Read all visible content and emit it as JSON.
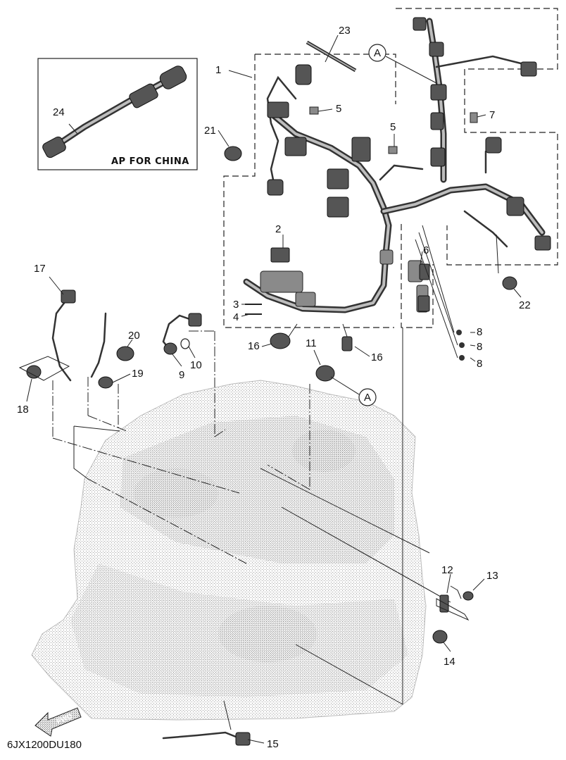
{
  "diagram": {
    "diagram_code": "6JX1200DU180",
    "inset_caption": "AP FOR CHINA",
    "direction_arrow_label": "FWD",
    "reference_marker": "A",
    "callouts": [
      {
        "id": "1",
        "text": "1"
      },
      {
        "id": "2",
        "text": "2"
      },
      {
        "id": "3",
        "text": "3"
      },
      {
        "id": "4",
        "text": "4"
      },
      {
        "id": "5a",
        "text": "5"
      },
      {
        "id": "5b",
        "text": "5"
      },
      {
        "id": "6",
        "text": "6"
      },
      {
        "id": "7",
        "text": "7"
      },
      {
        "id": "8a",
        "text": "8"
      },
      {
        "id": "8b",
        "text": "8"
      },
      {
        "id": "8c",
        "text": "8"
      },
      {
        "id": "9",
        "text": "9"
      },
      {
        "id": "10",
        "text": "10"
      },
      {
        "id": "11",
        "text": "11"
      },
      {
        "id": "12",
        "text": "12"
      },
      {
        "id": "13",
        "text": "13"
      },
      {
        "id": "14",
        "text": "14"
      },
      {
        "id": "15",
        "text": "15"
      },
      {
        "id": "16a",
        "text": "16"
      },
      {
        "id": "16b",
        "text": "16"
      },
      {
        "id": "17",
        "text": "17"
      },
      {
        "id": "18",
        "text": "18"
      },
      {
        "id": "19",
        "text": "19"
      },
      {
        "id": "20",
        "text": "20"
      },
      {
        "id": "21",
        "text": "21"
      },
      {
        "id": "22",
        "text": "22"
      },
      {
        "id": "23",
        "text": "23"
      },
      {
        "id": "24",
        "text": "24"
      }
    ]
  }
}
